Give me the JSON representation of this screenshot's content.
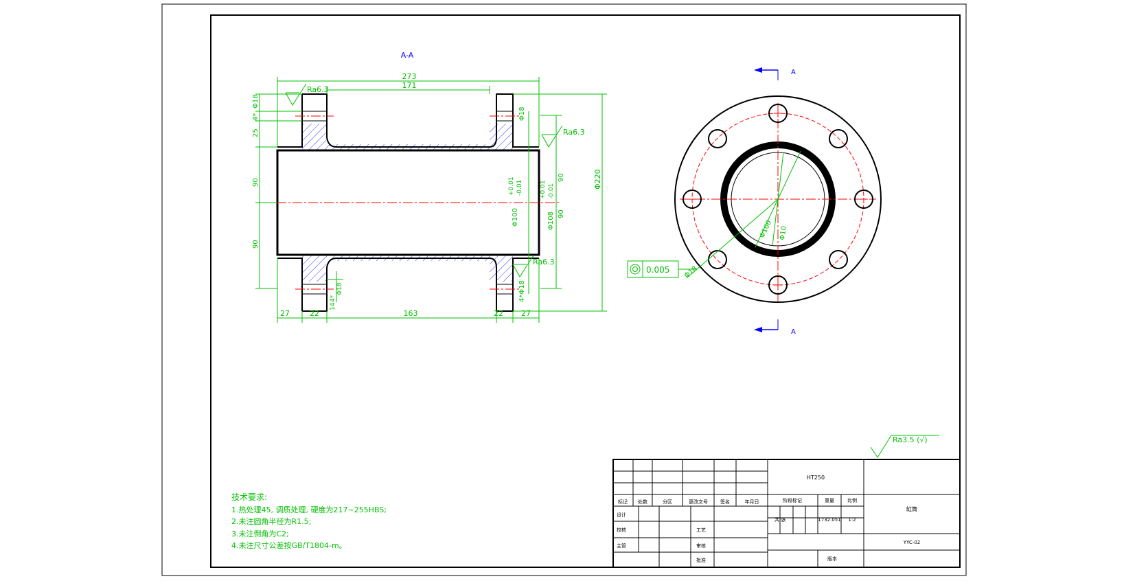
{
  "section_view": {
    "label": "A-A",
    "dims": {
      "overall": "273",
      "inner": "171",
      "bottom": [
        "27",
        "22",
        "163",
        "22",
        "27"
      ],
      "left_vertical": [
        "Φ18",
        "4*",
        "25",
        "90",
        "90"
      ],
      "right_vertical_left": [
        "Φ18",
        "4*Φ18",
        "Φ100",
        "+0.01",
        "-0.01"
      ],
      "right_vertical_mid": [
        "Φ108",
        "+0.01",
        "-0.01",
        "90",
        "90"
      ],
      "right_vertical_outer": [
        "Φ220"
      ],
      "left_lower": [
        "Φ18",
        "4*",
        "14"
      ]
    },
    "roughness": [
      "Ra6.3",
      "Ra6.3",
      "Ra6.3"
    ]
  },
  "front_view": {
    "section_mark": "A",
    "section_mark_bottom": "A",
    "dims": [
      "Φ100",
      "Φ10",
      "Φ18"
    ],
    "tolerance": "0.005"
  },
  "general_roughness": "Ra3.5 (√)",
  "tech_requirements": {
    "title": "技术要求:",
    "items": [
      "1.热处理45, 调质处理, 硬度为217~255HBS;",
      "2.未注圆角半径为R1.5;",
      "3.未注倒角为C2;",
      "4.未注尺寸公差按GB/T1804-m。"
    ]
  },
  "title_block": {
    "material": "HT250",
    "part_name": "缸筒",
    "drawing_no": "YYC-02",
    "rev_headers": [
      "标记",
      "处数",
      "分区",
      "更改文号",
      "签名",
      "年月日"
    ],
    "sign_rows": [
      "设计",
      "校核",
      "主管"
    ],
    "sign_right": [
      "工艺",
      "审核",
      "批准"
    ],
    "stage_label": "阶段标记",
    "weight_label": "重量",
    "scale_label": "比例",
    "weight_value": "1732.051",
    "scale_value": "1:2",
    "share_label": "共 张",
    "version_label": "版本"
  }
}
